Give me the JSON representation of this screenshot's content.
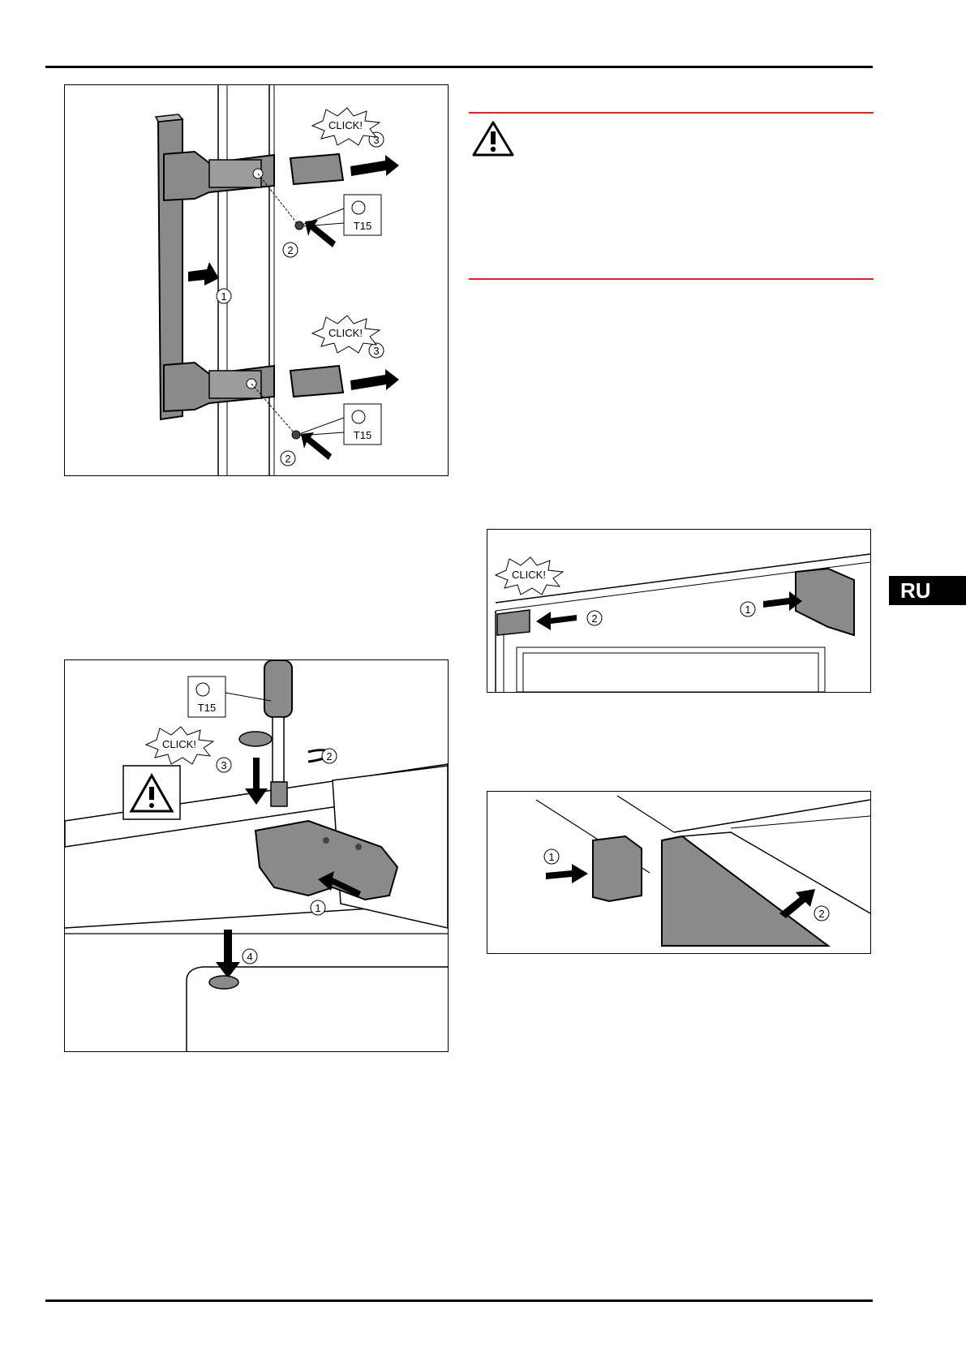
{
  "labels": {
    "click": "CLICK!",
    "tool": "T15",
    "n1": "1",
    "n2": "2",
    "n3": "3",
    "n4": "4"
  },
  "language_tab": "RU",
  "colors": {
    "warning_rule": "#e3202a",
    "part_fill": "#8a8a8a",
    "tab_bg": "#000000"
  }
}
